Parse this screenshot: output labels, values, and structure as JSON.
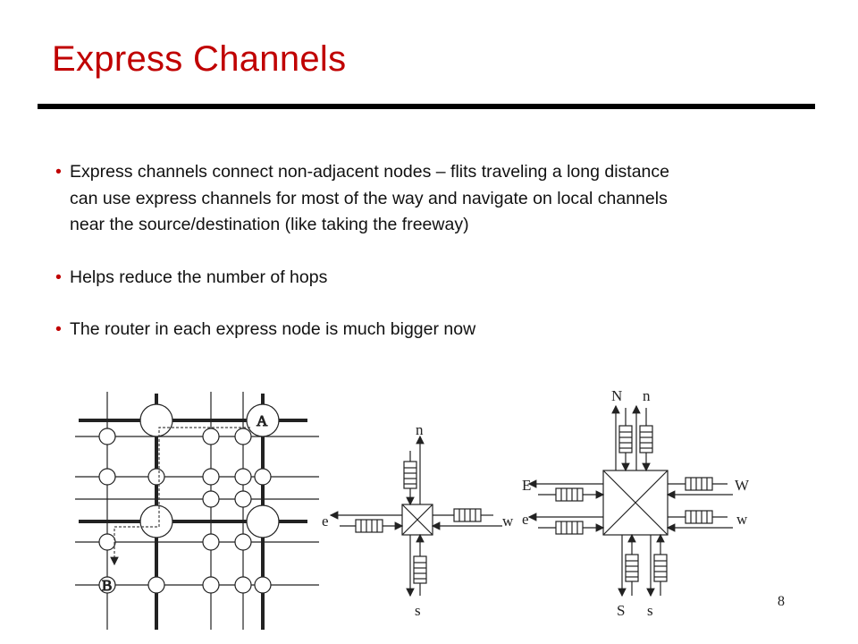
{
  "slide": {
    "title": "Express Channels",
    "page_number": "8",
    "bullets": [
      "Express channels connect non-adjacent  nodes – flits traveling a long distance\ncan use express channels for most of the way and navigate on local channels\nnear the source/destination   (like taking the freeway)",
      "Helps reduce the number of hops",
      "The router in each express node is much bigger now"
    ]
  },
  "figure": {
    "grid_labels": {
      "a": "A",
      "b": "B"
    },
    "small_router": {
      "north": "n",
      "south": "s",
      "east": "e",
      "west": "w"
    },
    "big_router": {
      "north_express": "N",
      "north_local": "n",
      "south_express": "S",
      "south_local": "s",
      "east_express": "E",
      "east_local": "e",
      "west_express": "W",
      "west_local": "w"
    }
  },
  "colors": {
    "title": "#c00000",
    "bullet_dot": "#c00000",
    "rule": "#000000"
  }
}
